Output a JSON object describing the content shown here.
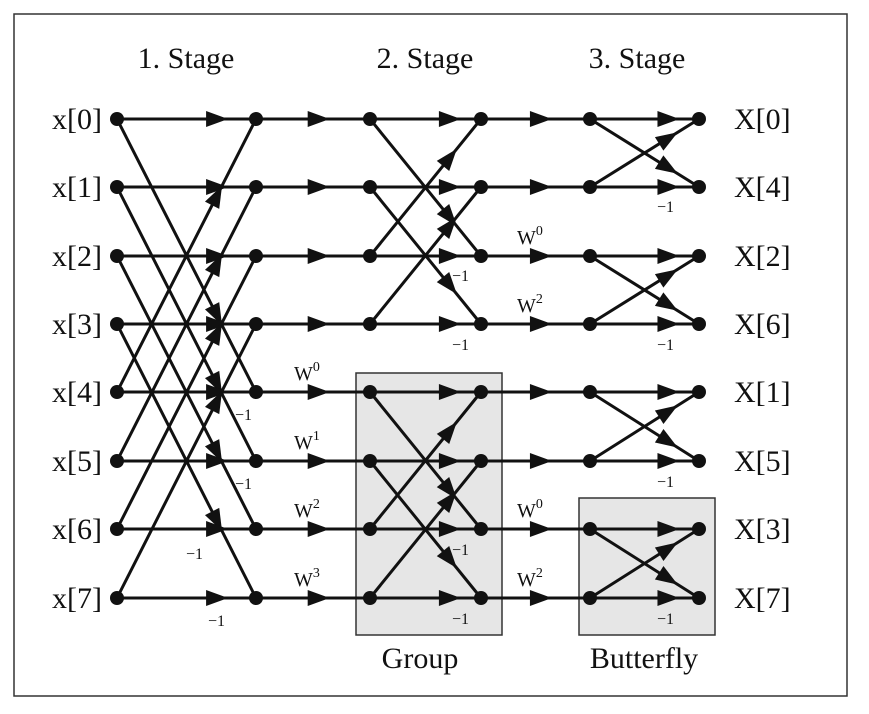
{
  "stage_labels": [
    "1. Stage",
    "2. Stage",
    "3. Stage"
  ],
  "inputs": [
    "x[0]",
    "x[1]",
    "x[2]",
    "x[3]",
    "x[4]",
    "x[5]",
    "x[6]",
    "x[7]"
  ],
  "outputs": [
    "X[0]",
    "X[4]",
    "X[2]",
    "X[6]",
    "X[1]",
    "X[5]",
    "X[3]",
    "X[7]"
  ],
  "group_label": "Group",
  "butterfly_label": "Butterfly",
  "neg_one": "−1",
  "twiddle_base": "W",
  "twiddles": {
    "stage1_exponents": [
      "0",
      "1",
      "2",
      "3"
    ],
    "stage2_exponents": [
      "0",
      "2"
    ],
    "stage3_exponents": []
  },
  "colors": {
    "line": "#111111",
    "box_fill": "#e6e6e6",
    "frame": "#333333"
  }
}
